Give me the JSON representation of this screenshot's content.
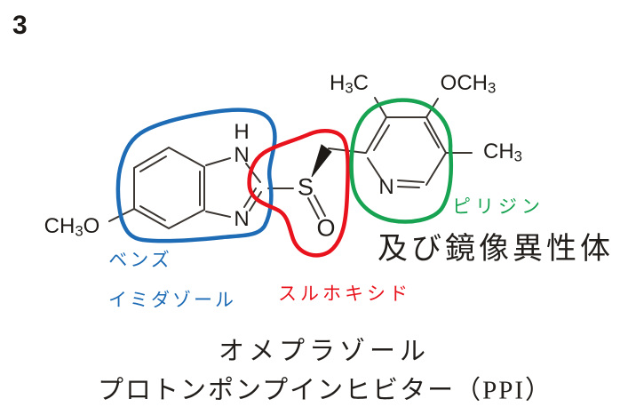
{
  "page": {
    "number": "3"
  },
  "molecule": {
    "atoms": {
      "methoxy_left_c": "CH",
      "methoxy_left_sub": "3",
      "methoxy_left_o": "O",
      "nh_h": "H",
      "nh_n": "N",
      "imidazole_n": "N",
      "sulfur": "S",
      "oxygen": "O",
      "methyl_topleft_h": "H",
      "methyl_topleft_sub": "3",
      "methyl_topleft_c": "C",
      "methoxy_top_o": "O",
      "methoxy_top_ch": "CH",
      "methoxy_top_sub": "3",
      "methyl_right_ch": "CH",
      "methyl_right_sub": "3",
      "pyridine_n": "N"
    },
    "regions": [
      {
        "id": "benzimidazole",
        "label_line1": "ベンズ",
        "label_line2": "イミダゾール",
        "color": "#1e6cb5"
      },
      {
        "id": "sulfoxide",
        "label": "スルホキシド",
        "color": "#e8131d"
      },
      {
        "id": "pyridine",
        "label": "ピリジン",
        "color": "#17a351"
      }
    ],
    "bond_color": "#3c3733",
    "atom_text_color": "#1f1b18"
  },
  "captions": {
    "enantiomer_note": "及び鏡像異性体",
    "compound_name": "オメプラゾール",
    "drug_class": "プロトンポンプインヒビター（PPI）"
  }
}
